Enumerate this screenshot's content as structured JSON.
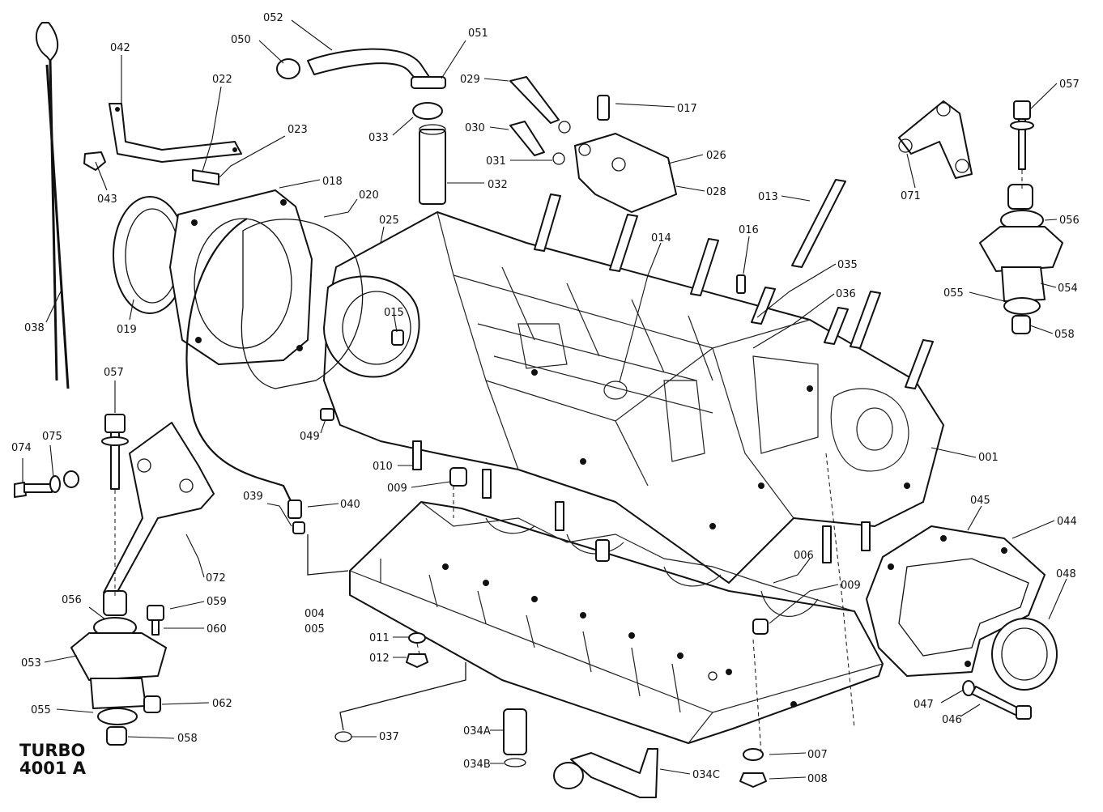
{
  "diagram": {
    "identifier": [
      "TURBO",
      "4001 A"
    ],
    "callouts": [
      {
        "id": "c001",
        "label": "001"
      },
      {
        "id": "c004",
        "label": "004"
      },
      {
        "id": "c005",
        "label": "005"
      },
      {
        "id": "c006",
        "label": "006"
      },
      {
        "id": "c007",
        "label": "007"
      },
      {
        "id": "c008",
        "label": "008"
      },
      {
        "id": "c009a",
        "label": "009"
      },
      {
        "id": "c009b",
        "label": "009"
      },
      {
        "id": "c010",
        "label": "010"
      },
      {
        "id": "c011",
        "label": "011"
      },
      {
        "id": "c012",
        "label": "012"
      },
      {
        "id": "c013",
        "label": "013"
      },
      {
        "id": "c014",
        "label": "014"
      },
      {
        "id": "c015",
        "label": "015"
      },
      {
        "id": "c016",
        "label": "016"
      },
      {
        "id": "c017",
        "label": "017"
      },
      {
        "id": "c018",
        "label": "018"
      },
      {
        "id": "c019",
        "label": "019"
      },
      {
        "id": "c020",
        "label": "020"
      },
      {
        "id": "c022",
        "label": "022"
      },
      {
        "id": "c023",
        "label": "023"
      },
      {
        "id": "c025",
        "label": "025"
      },
      {
        "id": "c026",
        "label": "026"
      },
      {
        "id": "c028",
        "label": "028"
      },
      {
        "id": "c029",
        "label": "029"
      },
      {
        "id": "c030",
        "label": "030"
      },
      {
        "id": "c031",
        "label": "031"
      },
      {
        "id": "c032",
        "label": "032"
      },
      {
        "id": "c033",
        "label": "033"
      },
      {
        "id": "c034A",
        "label": "034A"
      },
      {
        "id": "c034B",
        "label": "034B"
      },
      {
        "id": "c034C",
        "label": "034C"
      },
      {
        "id": "c035",
        "label": "035"
      },
      {
        "id": "c036",
        "label": "036"
      },
      {
        "id": "c037",
        "label": "037"
      },
      {
        "id": "c038",
        "label": "038"
      },
      {
        "id": "c039",
        "label": "039"
      },
      {
        "id": "c040",
        "label": "040"
      },
      {
        "id": "c042",
        "label": "042"
      },
      {
        "id": "c043",
        "label": "043"
      },
      {
        "id": "c044",
        "label": "044"
      },
      {
        "id": "c045",
        "label": "045"
      },
      {
        "id": "c046",
        "label": "046"
      },
      {
        "id": "c047",
        "label": "047"
      },
      {
        "id": "c048",
        "label": "048"
      },
      {
        "id": "c049",
        "label": "049"
      },
      {
        "id": "c050",
        "label": "050"
      },
      {
        "id": "c051",
        "label": "051"
      },
      {
        "id": "c052",
        "label": "052"
      },
      {
        "id": "c053",
        "label": "053"
      },
      {
        "id": "c054",
        "label": "054"
      },
      {
        "id": "c055a",
        "label": "055"
      },
      {
        "id": "c055b",
        "label": "055"
      },
      {
        "id": "c056a",
        "label": "056"
      },
      {
        "id": "c056b",
        "label": "056"
      },
      {
        "id": "c057a",
        "label": "057"
      },
      {
        "id": "c057b",
        "label": "057"
      },
      {
        "id": "c058a",
        "label": "058"
      },
      {
        "id": "c058b",
        "label": "058"
      },
      {
        "id": "c059",
        "label": "059"
      },
      {
        "id": "c060",
        "label": "060"
      },
      {
        "id": "c062",
        "label": "062"
      },
      {
        "id": "c071",
        "label": "071"
      },
      {
        "id": "c072",
        "label": "072"
      },
      {
        "id": "c074",
        "label": "074"
      },
      {
        "id": "c075",
        "label": "075"
      }
    ]
  }
}
